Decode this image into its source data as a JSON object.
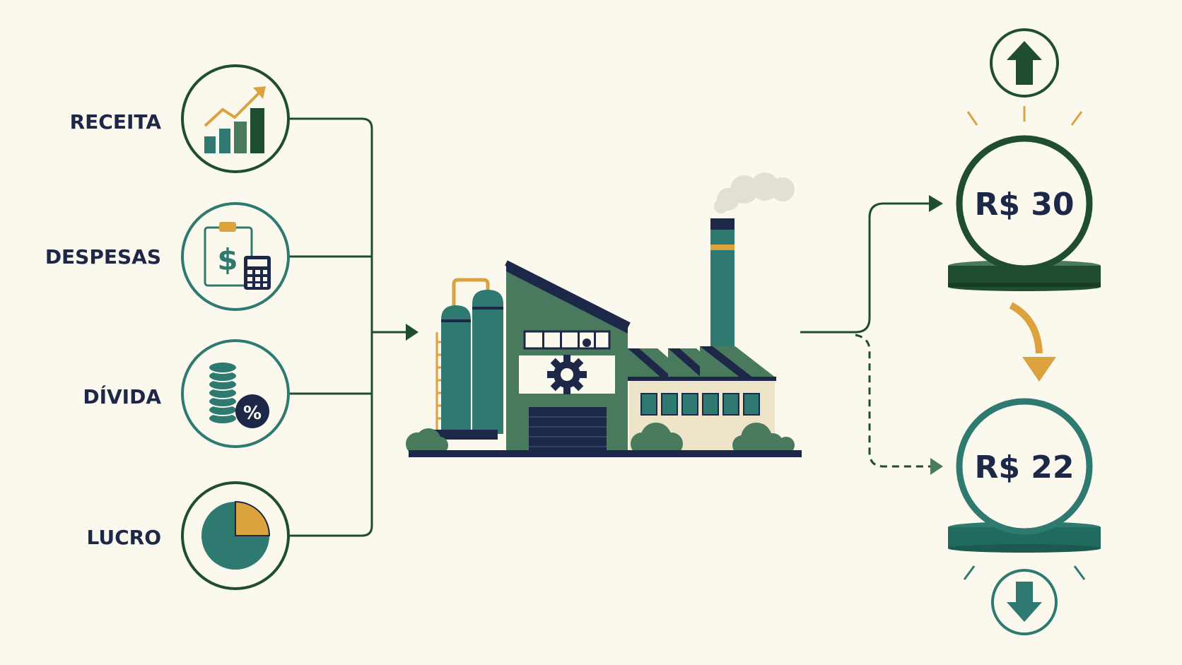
{
  "inputs": [
    {
      "label": "RECEITA",
      "icon": "revenue-chart-icon"
    },
    {
      "label": "DESPESAS",
      "icon": "expenses-clipboard-icon"
    },
    {
      "label": "DÍVIDA",
      "icon": "debt-coins-icon"
    },
    {
      "label": "LUCRO",
      "icon": "profit-pie-icon"
    }
  ],
  "center": {
    "icon": "factory-icon"
  },
  "outputs": {
    "high": {
      "value": "R$ 30",
      "icon": "arrow-up-icon"
    },
    "low": {
      "value": "R$ 22",
      "icon": "arrow-down-icon"
    }
  },
  "colors": {
    "background": "#fbf8ee",
    "dark_green": "#1f4d30",
    "teal": "#2e7a70",
    "navy": "#1d2748",
    "gold": "#dca23e"
  }
}
